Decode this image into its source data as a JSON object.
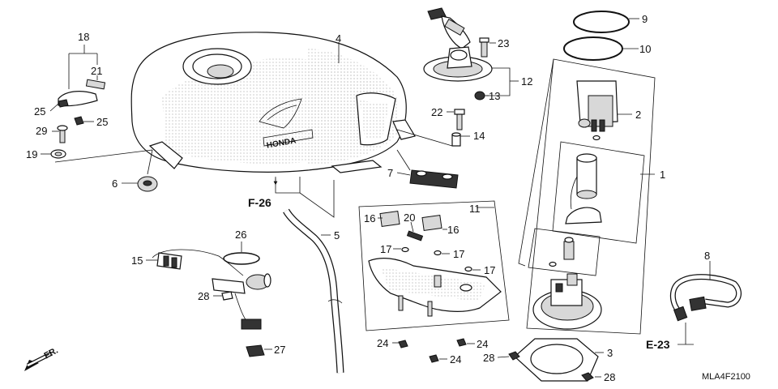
{
  "callouts": [
    {
      "id": "c1",
      "text": "1"
    },
    {
      "id": "c2",
      "text": "2"
    },
    {
      "id": "c3",
      "text": "3"
    },
    {
      "id": "c4",
      "text": "4"
    },
    {
      "id": "c5",
      "text": "5"
    },
    {
      "id": "c6",
      "text": "6"
    },
    {
      "id": "c7",
      "text": "7"
    },
    {
      "id": "c8",
      "text": "8"
    },
    {
      "id": "c9",
      "text": "9"
    },
    {
      "id": "c10",
      "text": "10"
    },
    {
      "id": "c11",
      "text": "11"
    },
    {
      "id": "c12",
      "text": "12"
    },
    {
      "id": "c13",
      "text": "13"
    },
    {
      "id": "c14",
      "text": "14"
    },
    {
      "id": "c15",
      "text": "15"
    },
    {
      "id": "c16a",
      "text": "16"
    },
    {
      "id": "c16b",
      "text": "16"
    },
    {
      "id": "c17a",
      "text": "17"
    },
    {
      "id": "c17b",
      "text": "17"
    },
    {
      "id": "c17c",
      "text": "17"
    },
    {
      "id": "c18",
      "text": "18"
    },
    {
      "id": "c19",
      "text": "19"
    },
    {
      "id": "c20",
      "text": "20"
    },
    {
      "id": "c21",
      "text": "21"
    },
    {
      "id": "c22",
      "text": "22"
    },
    {
      "id": "c23",
      "text": "23"
    },
    {
      "id": "c24a",
      "text": "24"
    },
    {
      "id": "c24b",
      "text": "24"
    },
    {
      "id": "c24c",
      "text": "24"
    },
    {
      "id": "c25a",
      "text": "25"
    },
    {
      "id": "c25b",
      "text": "25"
    },
    {
      "id": "c26",
      "text": "26"
    },
    {
      "id": "c27",
      "text": "27"
    },
    {
      "id": "c28a",
      "text": "28"
    },
    {
      "id": "c28b",
      "text": "28"
    },
    {
      "id": "c28c",
      "text": "28"
    },
    {
      "id": "c29",
      "text": "29"
    }
  ],
  "references": {
    "f26": "F-26",
    "e23": "E-23"
  },
  "front_marker": "FR.",
  "tank_brand": "HONDA",
  "diagram_code": "MLA4F2100"
}
